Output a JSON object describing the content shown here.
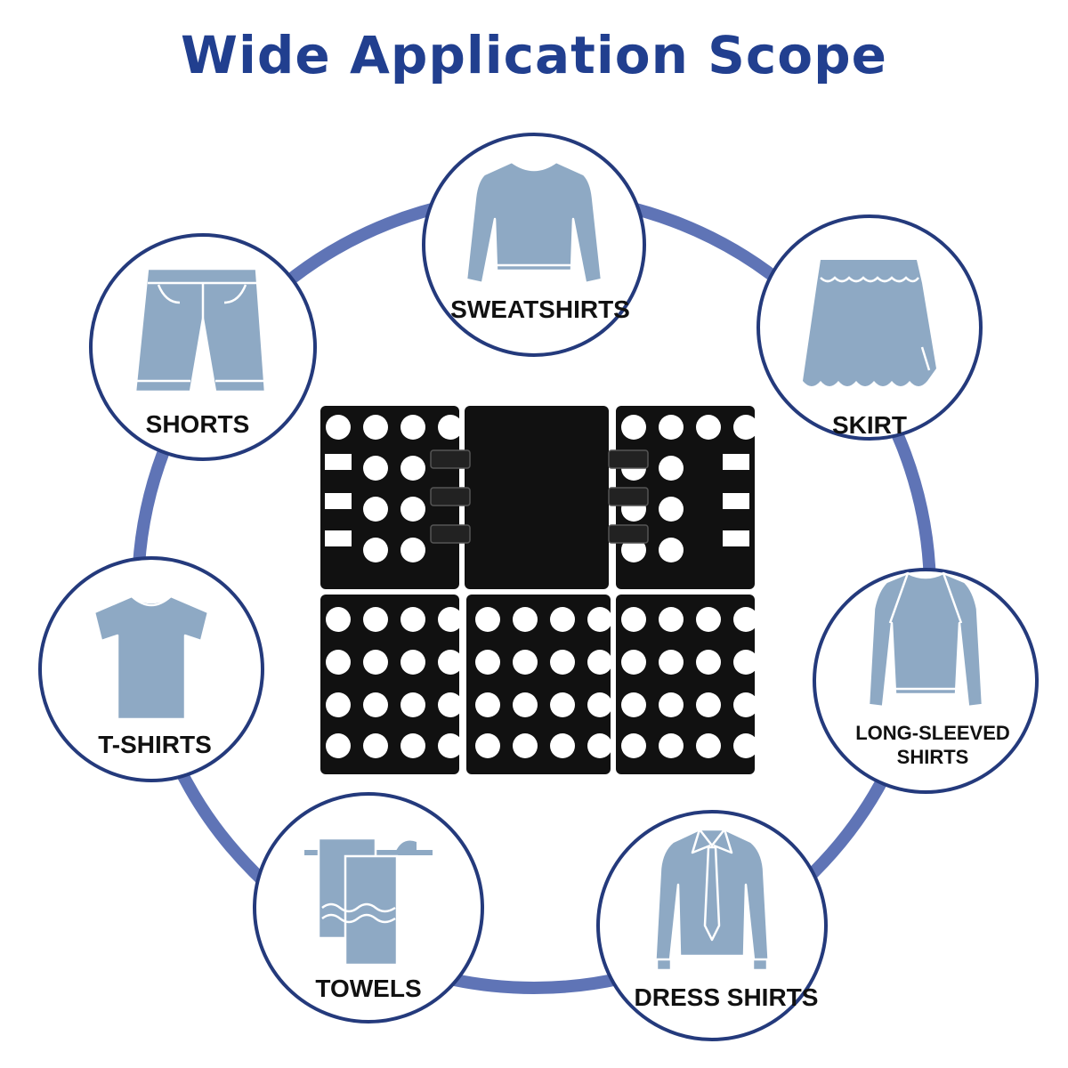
{
  "title": "Wide Application Scope",
  "colors": {
    "title": "#213f8f",
    "ring": "#5f74b6",
    "circle_border": "#243a7c",
    "garment": "#8ea9c4",
    "garment_line": "#ffffff",
    "board": "#111111",
    "board_holes": "#ffffff"
  },
  "items": [
    {
      "id": "sweatshirts",
      "icon": "sweatshirt-icon",
      "label": "SWEATSHIRTS"
    },
    {
      "id": "skirt",
      "icon": "skirt-icon",
      "label": "SKIRT"
    },
    {
      "id": "long-sleeved",
      "icon": "long-sleeve-shirt-icon",
      "label_line1": "LONG-SLEEVED",
      "label_line2": "SHIRTS"
    },
    {
      "id": "dress-shirts",
      "icon": "dress-shirt-icon",
      "label": "DRESS SHIRTS"
    },
    {
      "id": "towels",
      "icon": "towel-icon",
      "label": "TOWELS"
    },
    {
      "id": "t-shirts",
      "icon": "t-shirt-icon",
      "label": "T-SHIRTS"
    },
    {
      "id": "shorts",
      "icon": "shorts-icon",
      "label": "SHORTS"
    }
  ],
  "center_product": {
    "icon": "folding-board-icon"
  }
}
